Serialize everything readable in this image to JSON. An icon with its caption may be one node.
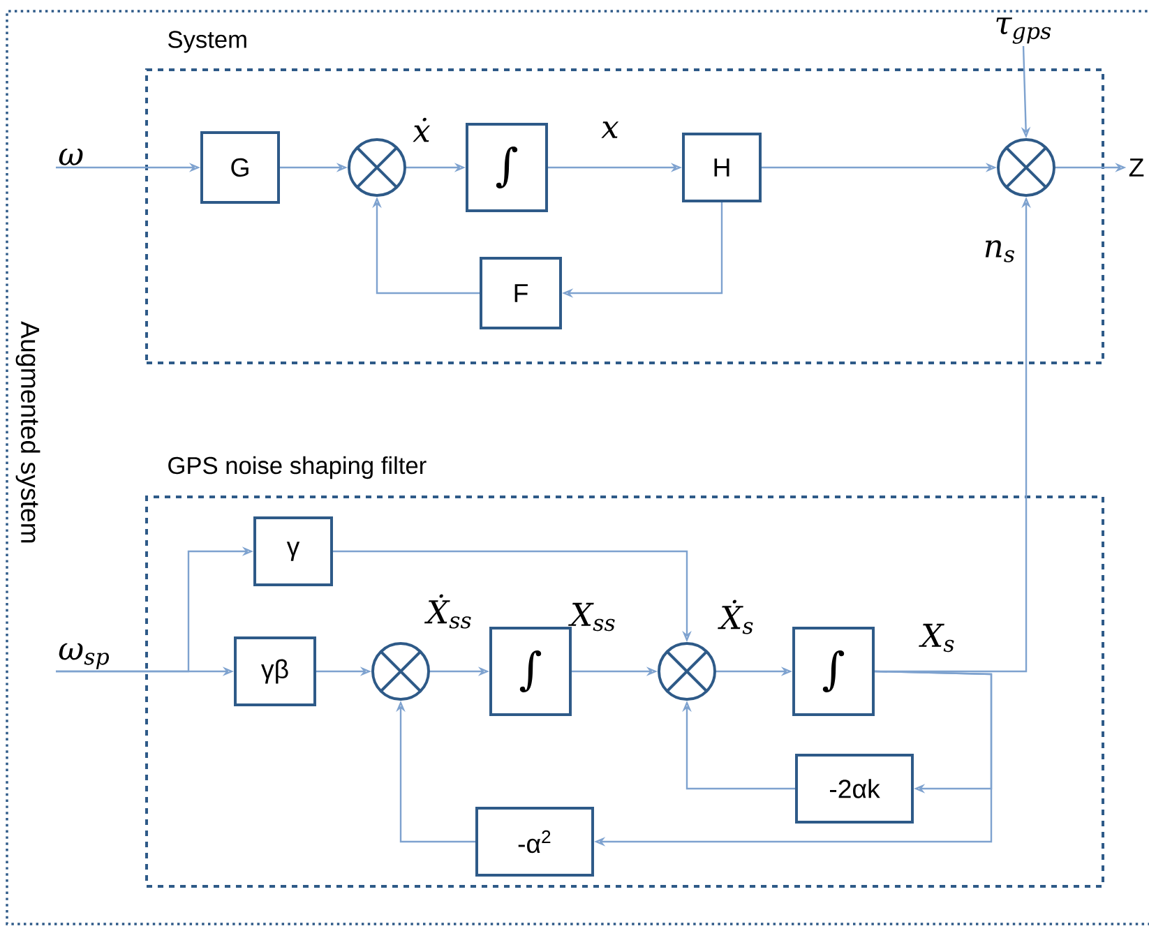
{
  "diagram": {
    "nodes": [
      {
        "text": [
          "Augmented system"
        ]
      },
      {
        "text": [
          "System"
        ],
        "in": 0
      },
      {
        "text": [
          "GPS noise shaping filter"
        ],
        "in": 0
      },
      {
        "text": [
          "ω"
        ],
        "in": 0
      },
      {
        "text": [
          "G"
        ],
        "in": 1
      },
      {
        "text": [],
        "shape": "circle",
        "in": 1
      },
      {
        "text": [
          "∫"
        ],
        "in": 1
      },
      {
        "text": [
          "H"
        ],
        "in": 1
      },
      {
        "text": [
          "F"
        ],
        "in": 1
      },
      {
        "text": [],
        "shape": "circle",
        "in": 1
      },
      {
        "text": [
          "τ$_{gps}$"
        ],
        "in": 0
      },
      {
        "text": [
          "Z"
        ],
        "in": 0
      },
      {
        "text": [
          "ω$_{sp}$"
        ],
        "in": 0
      },
      {
        "text": [
          "γ"
        ],
        "in": 2
      },
      {
        "text": [
          "γβ"
        ],
        "in": 2
      },
      {
        "text": [],
        "shape": "circle",
        "in": 2
      },
      {
        "text": [
          "∫"
        ],
        "in": 2
      },
      {
        "text": [],
        "shape": "circle",
        "in": 2
      },
      {
        "text": [
          "∫"
        ],
        "in": 2
      },
      {
        "text": [
          "-2αk"
        ],
        "in": 2
      },
      {
        "text": [
          "-α$^{2}$"
        ],
        "in": 2
      }
    ],
    "edges": [
      {
        "from": 3,
        "to": 4,
        "arrow": "to"
      },
      {
        "from": 4,
        "to": 5,
        "arrow": "to"
      },
      {
        "from": 5,
        "to": 6,
        "arrow": "to",
        "label": "ẋ"
      },
      {
        "from": 6,
        "to": 7,
        "arrow": "to",
        "label": "x"
      },
      {
        "from": 7,
        "to": 9,
        "arrow": "to"
      },
      {
        "from": 7,
        "to": 8,
        "arrow": "to"
      },
      {
        "from": 8,
        "to": 5,
        "arrow": "to"
      },
      {
        "from": 10,
        "to": 9,
        "arrow": "to"
      },
      {
        "from": 9,
        "to": 11,
        "arrow": "to"
      },
      {
        "from": 18,
        "to": 9,
        "arrow": "to",
        "label": "n$_{s}$"
      },
      {
        "from": 12,
        "to": 13,
        "arrow": "to"
      },
      {
        "from": 12,
        "to": 14,
        "arrow": "to"
      },
      {
        "from": 14,
        "to": 15,
        "arrow": "to"
      },
      {
        "from": 15,
        "to": 16,
        "arrow": "to",
        "label": "Ẋ$_{ss}$"
      },
      {
        "from": 16,
        "to": 17,
        "arrow": "to",
        "label": "X$_{ss}$"
      },
      {
        "from": 13,
        "to": 17,
        "arrow": "to"
      },
      {
        "from": 17,
        "to": 18,
        "arrow": "to",
        "label": "Ẋ$_{s}$"
      },
      {
        "from": 18,
        "to": 19,
        "arrow": "to"
      },
      {
        "from": 19,
        "to": 17,
        "arrow": "to"
      },
      {
        "from": 18,
        "to": 20,
        "arrow": "to"
      },
      {
        "from": 20,
        "to": 15,
        "arrow": "to"
      }
    ],
    "labels": [
      "X$_{s}$"
    ]
  }
}
